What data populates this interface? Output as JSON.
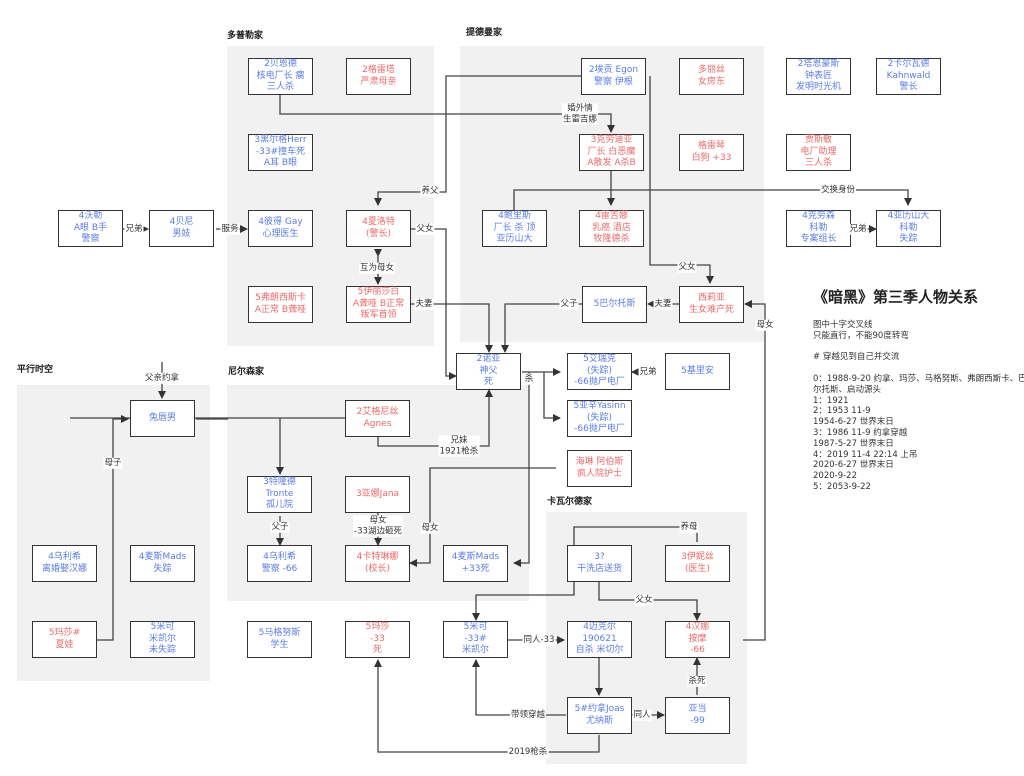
{
  "title": "《暗黑》第三季人物关系",
  "notes": "图中十字交叉线\n只能直行，不能90度转弯\n\n# 穿越见到自己并交流\n\n0：1988-9-20 约拿、玛莎、马格努斯、弗朗西斯卡、巴尔托斯、启动源头\n1：1921\n2：1953 11-9\n   1954-6-27 世界末日\n3：1986 11-9 约拿穿越\n   1987-5-27 世界末日\n4：2019 11-4 22:14 上吊\n   2020-6-27 世界末日\n   2020-9-22\n5：2053-9-22",
  "colors": {
    "male": "#5b7ce6",
    "female": "#ec6a6a",
    "group_bg": "#f1f1f1",
    "border": "#333333"
  },
  "groups": {
    "doppler": "多普勒家",
    "tiedemann": "提德曼家",
    "parallel": "平行时空",
    "nielsen": "尼尔森家",
    "kahnwald": "卡瓦尔德家"
  },
  "nodes": {
    "bernd": "2贝恩德\n核电厂长 瘸\n三人杀",
    "greta": "2格雷塔\n严肃母亲",
    "helge": "3黑尔格Herr\n-33#撞车死\nA耳 B眼",
    "peter": "4彼得 Gay\n心理医生",
    "charlotte": "4夏洛特\n(警长)",
    "franziska": "5弗朗西斯卡\nA正常 B聋哑",
    "elisabeth": "5伊丽莎白\nA聋哑 B正常\n叛军首领",
    "woller": "4沃勒\nA眼 B手\n警察",
    "benni": "4贝尼\n男妓",
    "egon": "2埃贡 Egon\n警察 伊根",
    "doris": "多丽丝\n女房东",
    "claudia": "3克劳迪亚\n厂长 白恶魔\nA散发 A杀B",
    "gretchen": "格雷琴\n白狗 +33",
    "tronte_h": "2塔恩豪斯\n钟表匠\n发明时光机",
    "kahnwald_chief": "2卡尔瓦德\nKahnwald\n警长",
    "jessica": "贾斯敏\n电厂助理\n三人杀",
    "aleksander": "4鲍里斯\n厂长 杀 顶\n亚历山大",
    "regina": "4雷吉娜\n乳癌 酒店\n牧隆德杀",
    "clausen": "4克劳森\n科勒\n专案组长",
    "alexander_k": "4亚历山大\n科勒\n失踪",
    "bartosz": "5巴尔托斯",
    "silja": "西莉亚\n生女难产死",
    "noah": "2诺亚\n神父\n死",
    "erik": "5艾瑞克\n(失踪)\n-66抛尸电厂",
    "kilian": "5基里安",
    "yasin": "5亚辛Yasinn\n(失踪)\n-66抛尸电厂",
    "hanno": "海琳 阿伯斯\n疯人院护士",
    "unknown": "兔唇男",
    "ulrich_p": "4乌利希\n离婚娶汉娜",
    "mads_p": "4麦斯Mads\n失踪",
    "martha_p": "5玛莎#\n夏娃",
    "mikkel_p": "5米可\n米凯尔\n未失踪",
    "agnes": "2艾格尼丝\nAgnes",
    "tronte": "3特隆德\nTronte\n孤儿院",
    "jana": "3亚娜Jana",
    "ulrich": "4乌利希\n警察 -66",
    "katharina": "4卡特琳娜\n(校长)",
    "mads": "4麦斯Mads\n+33死",
    "magnus": "5马格努斯\n学生",
    "martha": "5玛莎\n-33\n死",
    "mikkel": "5米可\n-33#\n米凯尔",
    "dryclean": "3?\n干洗店送货",
    "ines": "3伊妮丝\n(医生)",
    "michael": "4迈克尔\n190621\n自杀 米切尔",
    "hannah": "4汉娜\n按摩\n-66",
    "jonas": "5#约拿Joas\n尤纳斯",
    "adam": "亚当\n-99"
  },
  "edge_labels": {
    "affair": "婚外情\n生雷吉娜",
    "adoptive_father": "养父",
    "father_daughter_1": "父女",
    "mother_daughter_1": "互为母女",
    "couple_1": "夫妻",
    "brothers_1": "兄弟",
    "service": "服务",
    "swap": "交换身份",
    "brothers_2": "兄弟",
    "father_daughter_2": "父女",
    "couple_2": "夫妻",
    "father_son_1": "父子",
    "mother_daughter_2": "母女",
    "kill_1": "杀",
    "brothers_3": "兄弟",
    "siblings": "兄妹\n1921枪杀",
    "father_jonas": "父亲约拿",
    "mother_son": "母子",
    "father_son_2": "父子",
    "mother_daughter_3": "母女\n-33湖边砸死",
    "mother_daughter_4": "母女",
    "adoptive_mother": "养母",
    "father_daughter_3": "父女",
    "same_person_33": "同人-33",
    "lead_travel": "带领穿越",
    "same_person": "同人",
    "killed": "杀死",
    "shot_2019": "2019枪杀"
  }
}
